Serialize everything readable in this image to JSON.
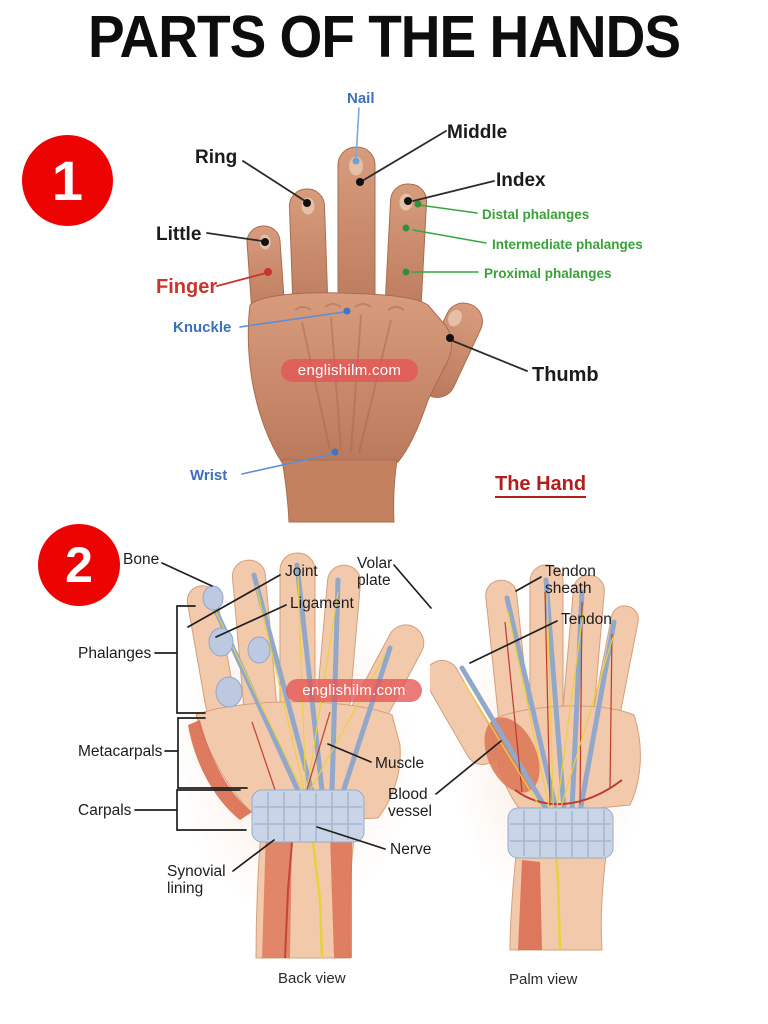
{
  "title": "PARTS OF THE HANDS",
  "badges": {
    "one": "1",
    "two": "2"
  },
  "watermark": {
    "text": "englishilm.com"
  },
  "colors": {
    "badge_red": "#ee0303",
    "label_black": "#1b1b1b",
    "label_blue": "#3e6fbf",
    "label_green": "#3aa03a",
    "label_red": "#c9342c",
    "caption_red": "#b21d1d",
    "watermark_bg": "#e55555",
    "leader_black": "#2a2a2a"
  },
  "s1": {
    "nail": "Nail",
    "middle": "Middle",
    "ring": "Ring",
    "index": "Index",
    "little": "Little",
    "finger": "Finger",
    "knuckle": "Knuckle",
    "distal": "Distal phalanges",
    "intermediate": "Intermediate phalanges",
    "proximal": "Proximal phalanges",
    "thumb": "Thumb",
    "wrist": "Wrist",
    "caption": "The Hand"
  },
  "s2": {
    "bone": "Bone",
    "joint": "Joint",
    "ligament": "Ligament",
    "volar_plate": "Volar plate",
    "tendon_sheath": "Tendon sheath",
    "tendon": "Tendon",
    "phalanges": "Phalanges",
    "metacarpals": "Metacarpals",
    "carpals": "Carpals",
    "synovial_lining": "Synovial lining",
    "muscle": "Muscle",
    "blood_vessel": "Blood vessel",
    "nerve": "Nerve",
    "back_view": "Back view",
    "palm_view": "Palm view"
  }
}
